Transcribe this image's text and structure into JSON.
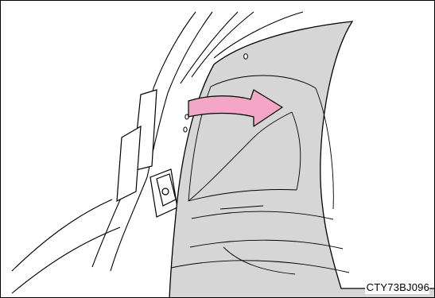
{
  "figure": {
    "reference_code": "CTY73BJ096",
    "colors": {
      "panel_fill": "#d6d6d6",
      "arrow_fill": "#f3a6c6",
      "line": "#000000",
      "background": "#ffffff"
    },
    "icons": {
      "arrow": "curved-arrow-right",
      "clip": "trim-clip",
      "holes": "mounting-hole"
    }
  }
}
